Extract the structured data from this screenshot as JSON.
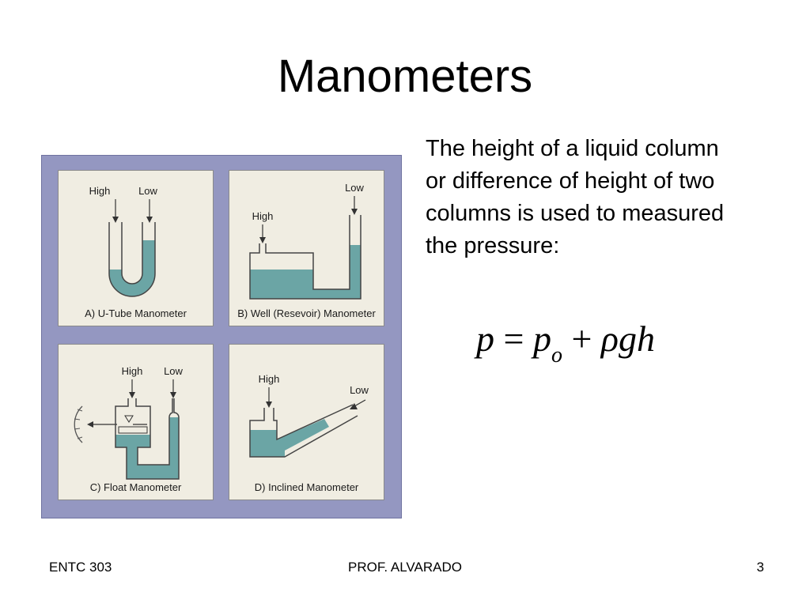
{
  "slide": {
    "title": "Manometers",
    "body": "The height of a liquid column or difference of height of two columns is used to measured the pressure:",
    "equation": {
      "lhs": "p",
      "eq": "=",
      "p": "p",
      "sub": "o",
      "plus": "+",
      "rho": "ρ",
      "gh": "gh"
    }
  },
  "figure": {
    "panels": [
      {
        "caption": "A) U-Tube Manometer",
        "labels": {
          "high": "High",
          "low": "Low"
        }
      },
      {
        "caption": "B) Well (Resevoir) Manometer",
        "labels": {
          "high": "High",
          "low": "Low"
        }
      },
      {
        "caption": "C) Float Manometer",
        "labels": {
          "high": "High",
          "low": "Low"
        }
      },
      {
        "caption": "D) Inclined Manometer",
        "labels": {
          "high": "High",
          "low": "Low"
        }
      }
    ],
    "colors": {
      "liquid": "#6ba5a5",
      "background": "#9497c1",
      "panel": "#f0ede2"
    }
  },
  "footer": {
    "left": "ENTC 303",
    "center": "PROF. ALVARADO",
    "right": "3"
  }
}
